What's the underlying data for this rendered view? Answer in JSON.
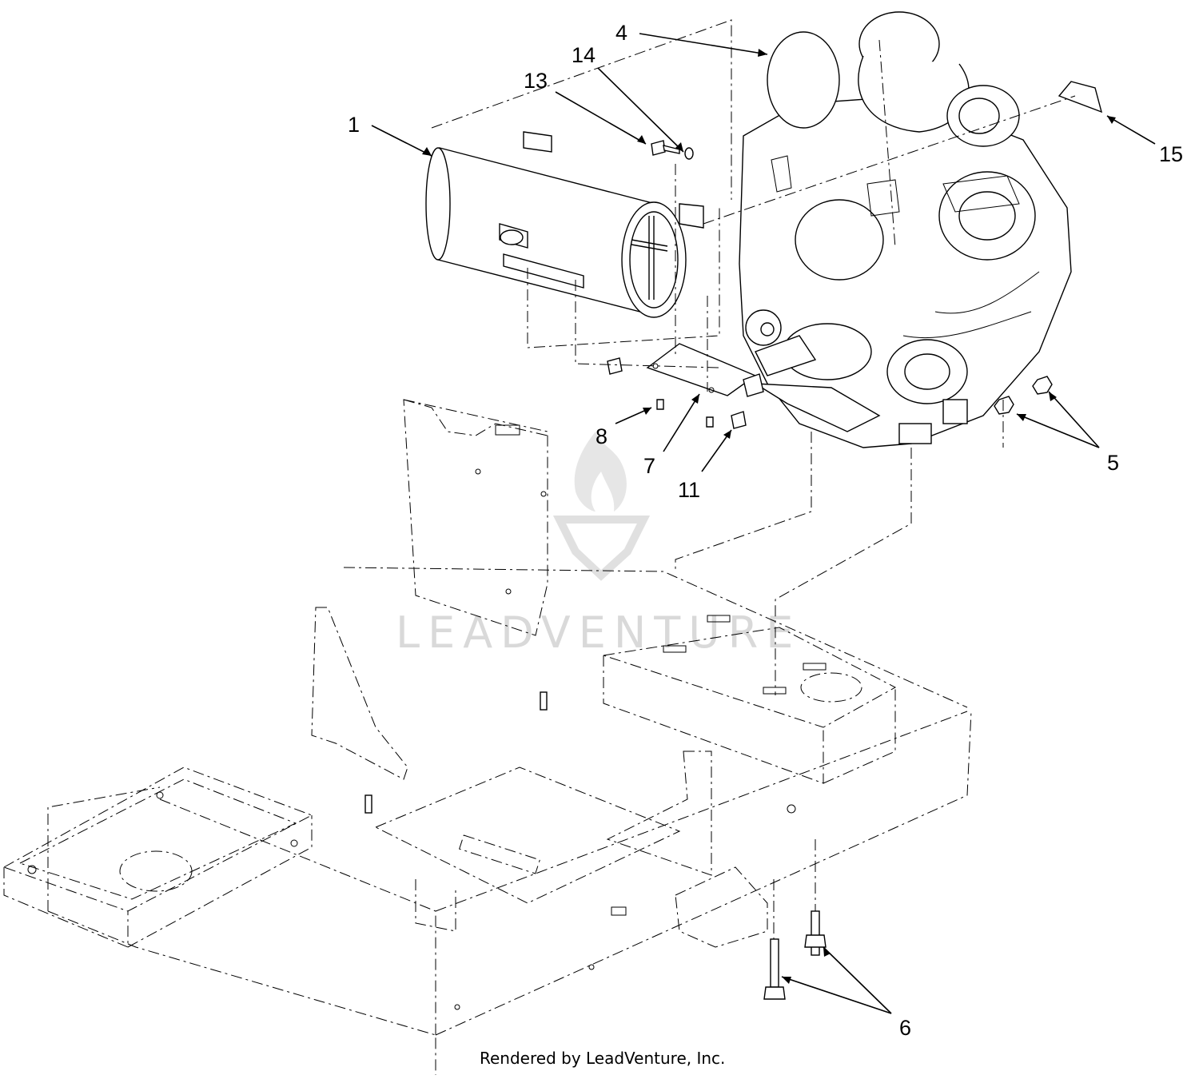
{
  "callouts": {
    "c1": "1",
    "c4": "4",
    "c5": "5",
    "c6": "6",
    "c7": "7",
    "c8": "8",
    "c11": "11",
    "c13": "13",
    "c14": "14",
    "c15": "15"
  },
  "watermark": "LEADVENTURE",
  "credit": "Rendered by LeadVenture, Inc."
}
